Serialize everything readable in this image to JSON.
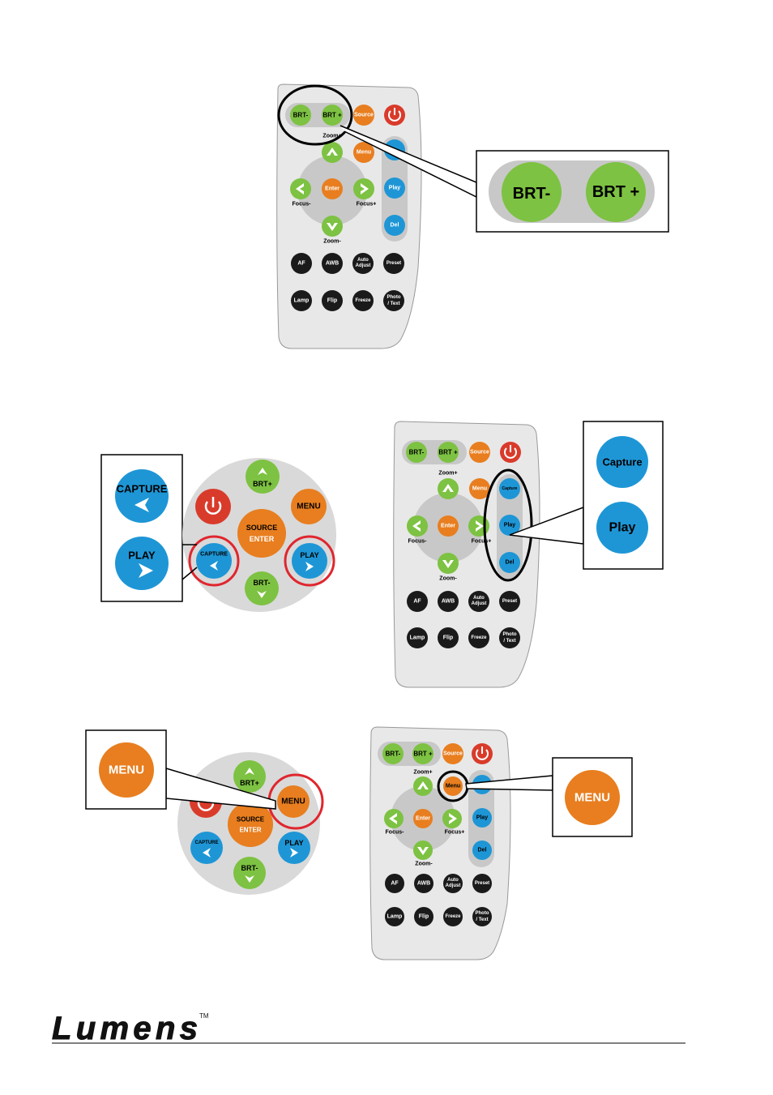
{
  "brand": {
    "logo_text": "Lumens",
    "trademark": "TM"
  },
  "colors": {
    "remote_body": "#e8e8e8",
    "remote_outline": "#999999",
    "green": "#7dc242",
    "orange": "#e87e1f",
    "blue": "#1e96d6",
    "red": "#d93b2b",
    "black": "#1a1a1a",
    "callout_circle_black": "#000000",
    "callout_circle_red": "#e0262e"
  },
  "remote": {
    "brt_minus": "BRT-",
    "brt_plus": "BRT +",
    "source": "Source",
    "menu": "Menu",
    "capture": "Capture",
    "play": "Play",
    "del": "Del",
    "enter": "Enter",
    "zoom_plus": "Zoom+",
    "zoom_minus": "Zoom-",
    "focus_minus": "Focus-",
    "focus_plus": "Focus+",
    "af": "AF",
    "awb": "AWB",
    "auto_adjust_1": "Auto",
    "auto_adjust_2": "Adjust",
    "preset": "Preset",
    "lamp": "Lamp",
    "flip": "Flip",
    "freeze": "Freeze",
    "photo_text_1": "Photo",
    "photo_text_2": "/ Text"
  },
  "panel": {
    "brt_plus": "BRT+",
    "brt_minus": "BRT-",
    "menu": "MENU",
    "source": "SOURCE",
    "enter": "ENTER",
    "capture": "CAPTURE",
    "play": "PLAY"
  },
  "callouts": {
    "brt_minus": "BRT-",
    "brt_plus": "BRT +",
    "capture_upper": "CAPTURE",
    "play_upper": "PLAY",
    "capture": "Capture",
    "play": "Play",
    "menu": "MENU"
  }
}
